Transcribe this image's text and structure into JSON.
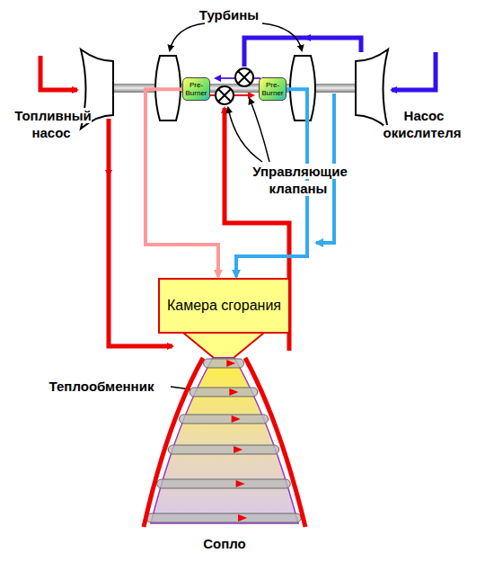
{
  "diagram": {
    "nodes": [
      {
        "text": [
          "Pre-Burner"
        ]
      },
      {
        "text": [
          "Pre-Burner"
        ]
      },
      {
        "text": [
          "Камера сгорания"
        ]
      }
    ],
    "edges": [
      {
        "from": 0,
        "to": 2,
        "arrow": "to"
      },
      {
        "from": 1,
        "to": 2,
        "arrow": "to"
      }
    ],
    "labels": [
      "Турбины",
      "Топливный насос",
      "Насос окислителя",
      "Управляющие клапаны",
      "Теплообменник",
      "Сопло"
    ]
  }
}
